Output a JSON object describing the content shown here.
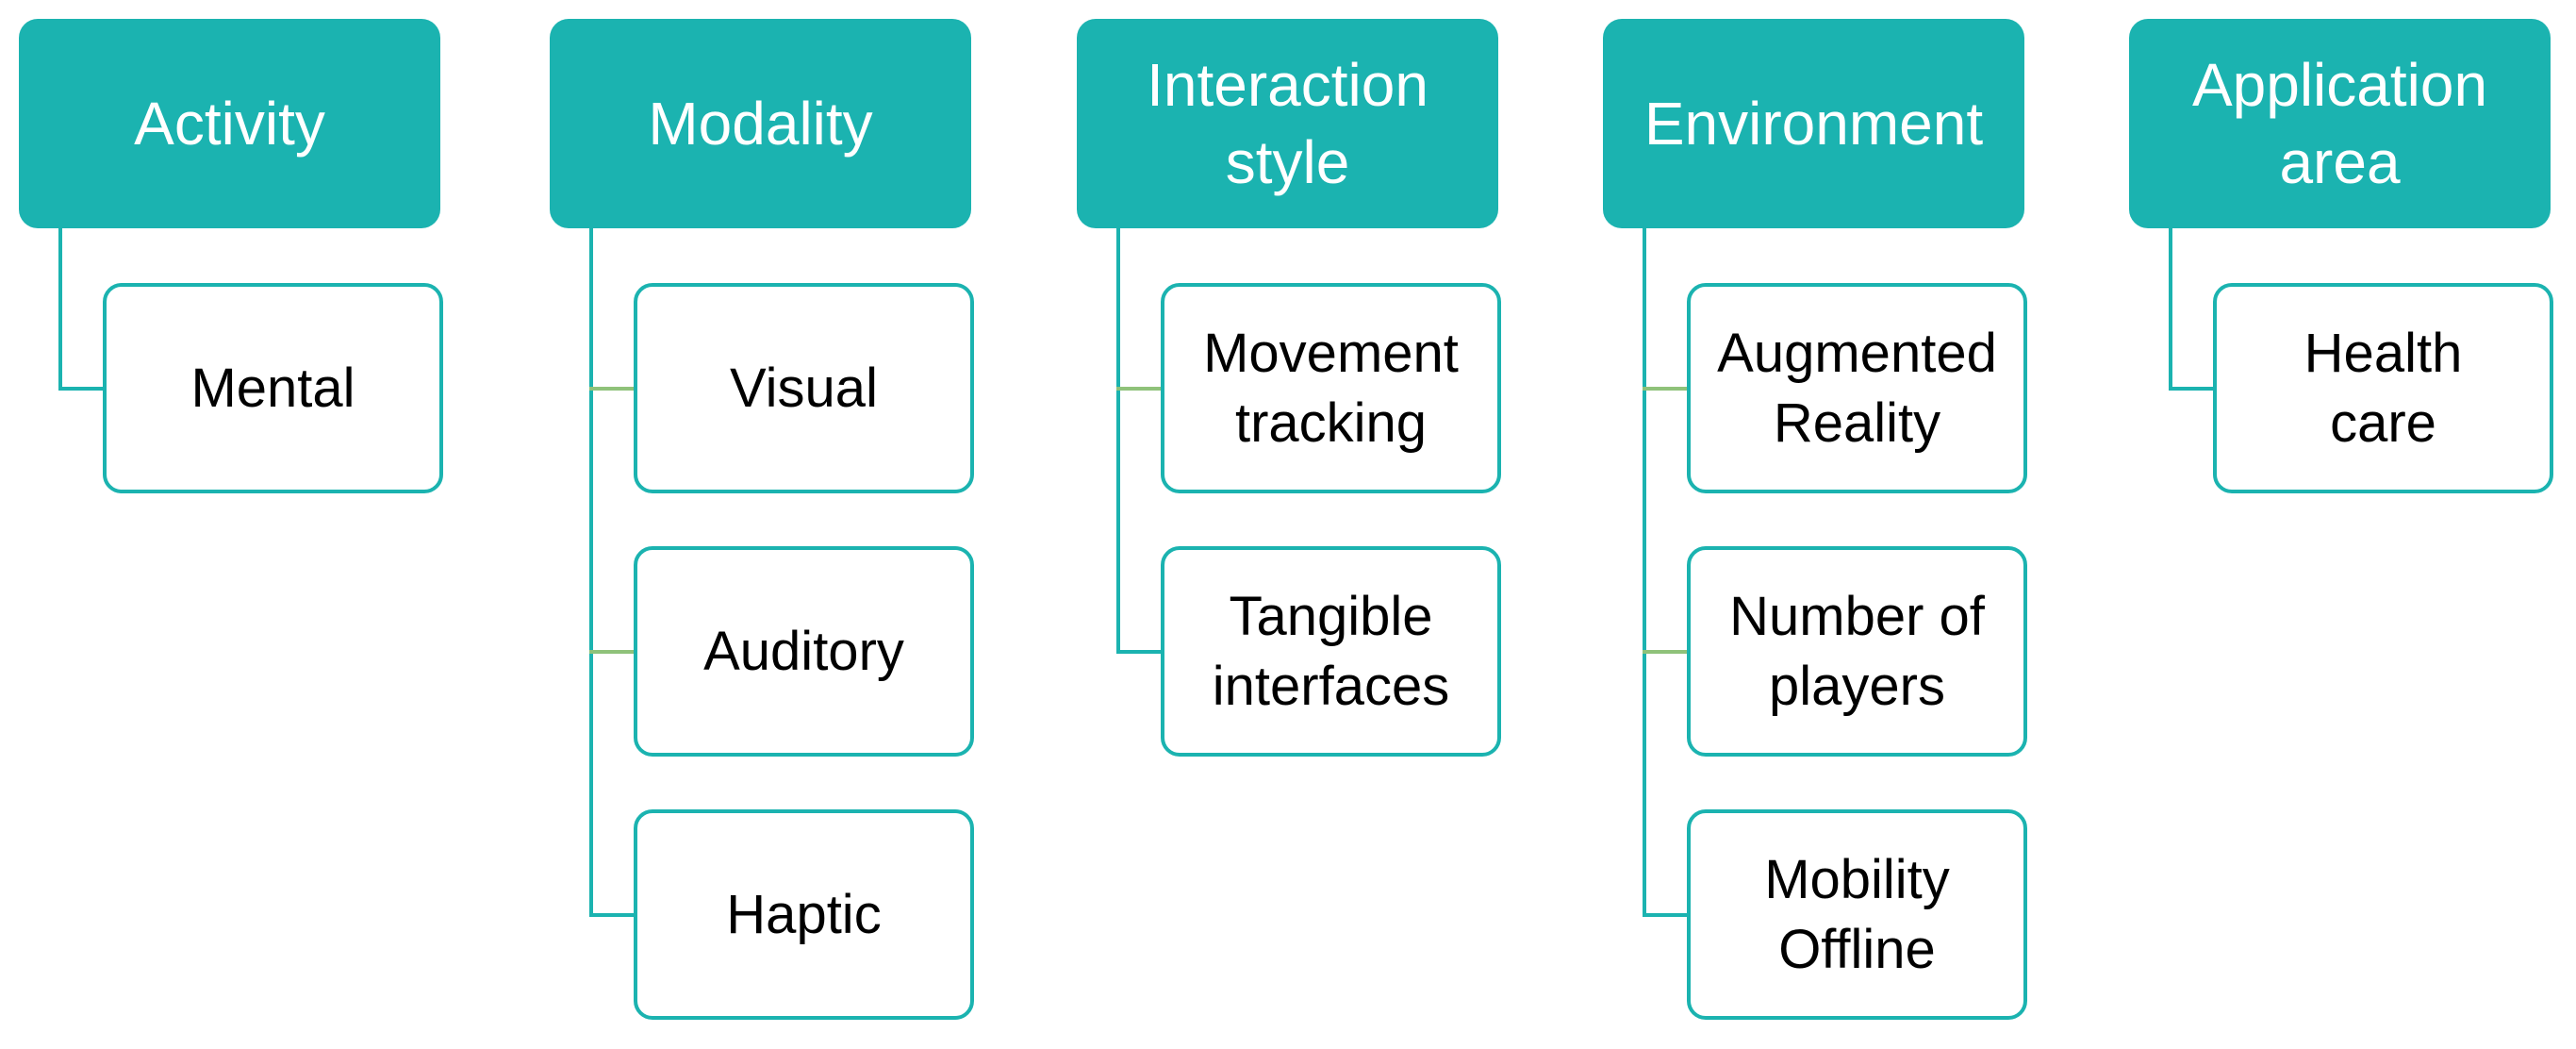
{
  "colors": {
    "header_fill": "#1bb3b0",
    "header_text": "#ffffff",
    "child_border": "#1bb3b0",
    "connector_teal": "#1bb3b0",
    "connector_green": "#8fc27a",
    "child_text": "#000000"
  },
  "categories": [
    {
      "title": "Activity",
      "items": [
        "Mental"
      ]
    },
    {
      "title": "Modality",
      "items": [
        "Visual",
        "Auditory",
        "Haptic"
      ]
    },
    {
      "title": "Interaction\nstyle",
      "items": [
        "Movement\ntracking",
        "Tangible\ninterfaces"
      ]
    },
    {
      "title": "Environment",
      "items": [
        "Augmented\nReality",
        "Number of\nplayers",
        "Mobility\nOffline"
      ]
    },
    {
      "title": "Application\narea",
      "items": [
        "Health\ncare"
      ]
    }
  ]
}
